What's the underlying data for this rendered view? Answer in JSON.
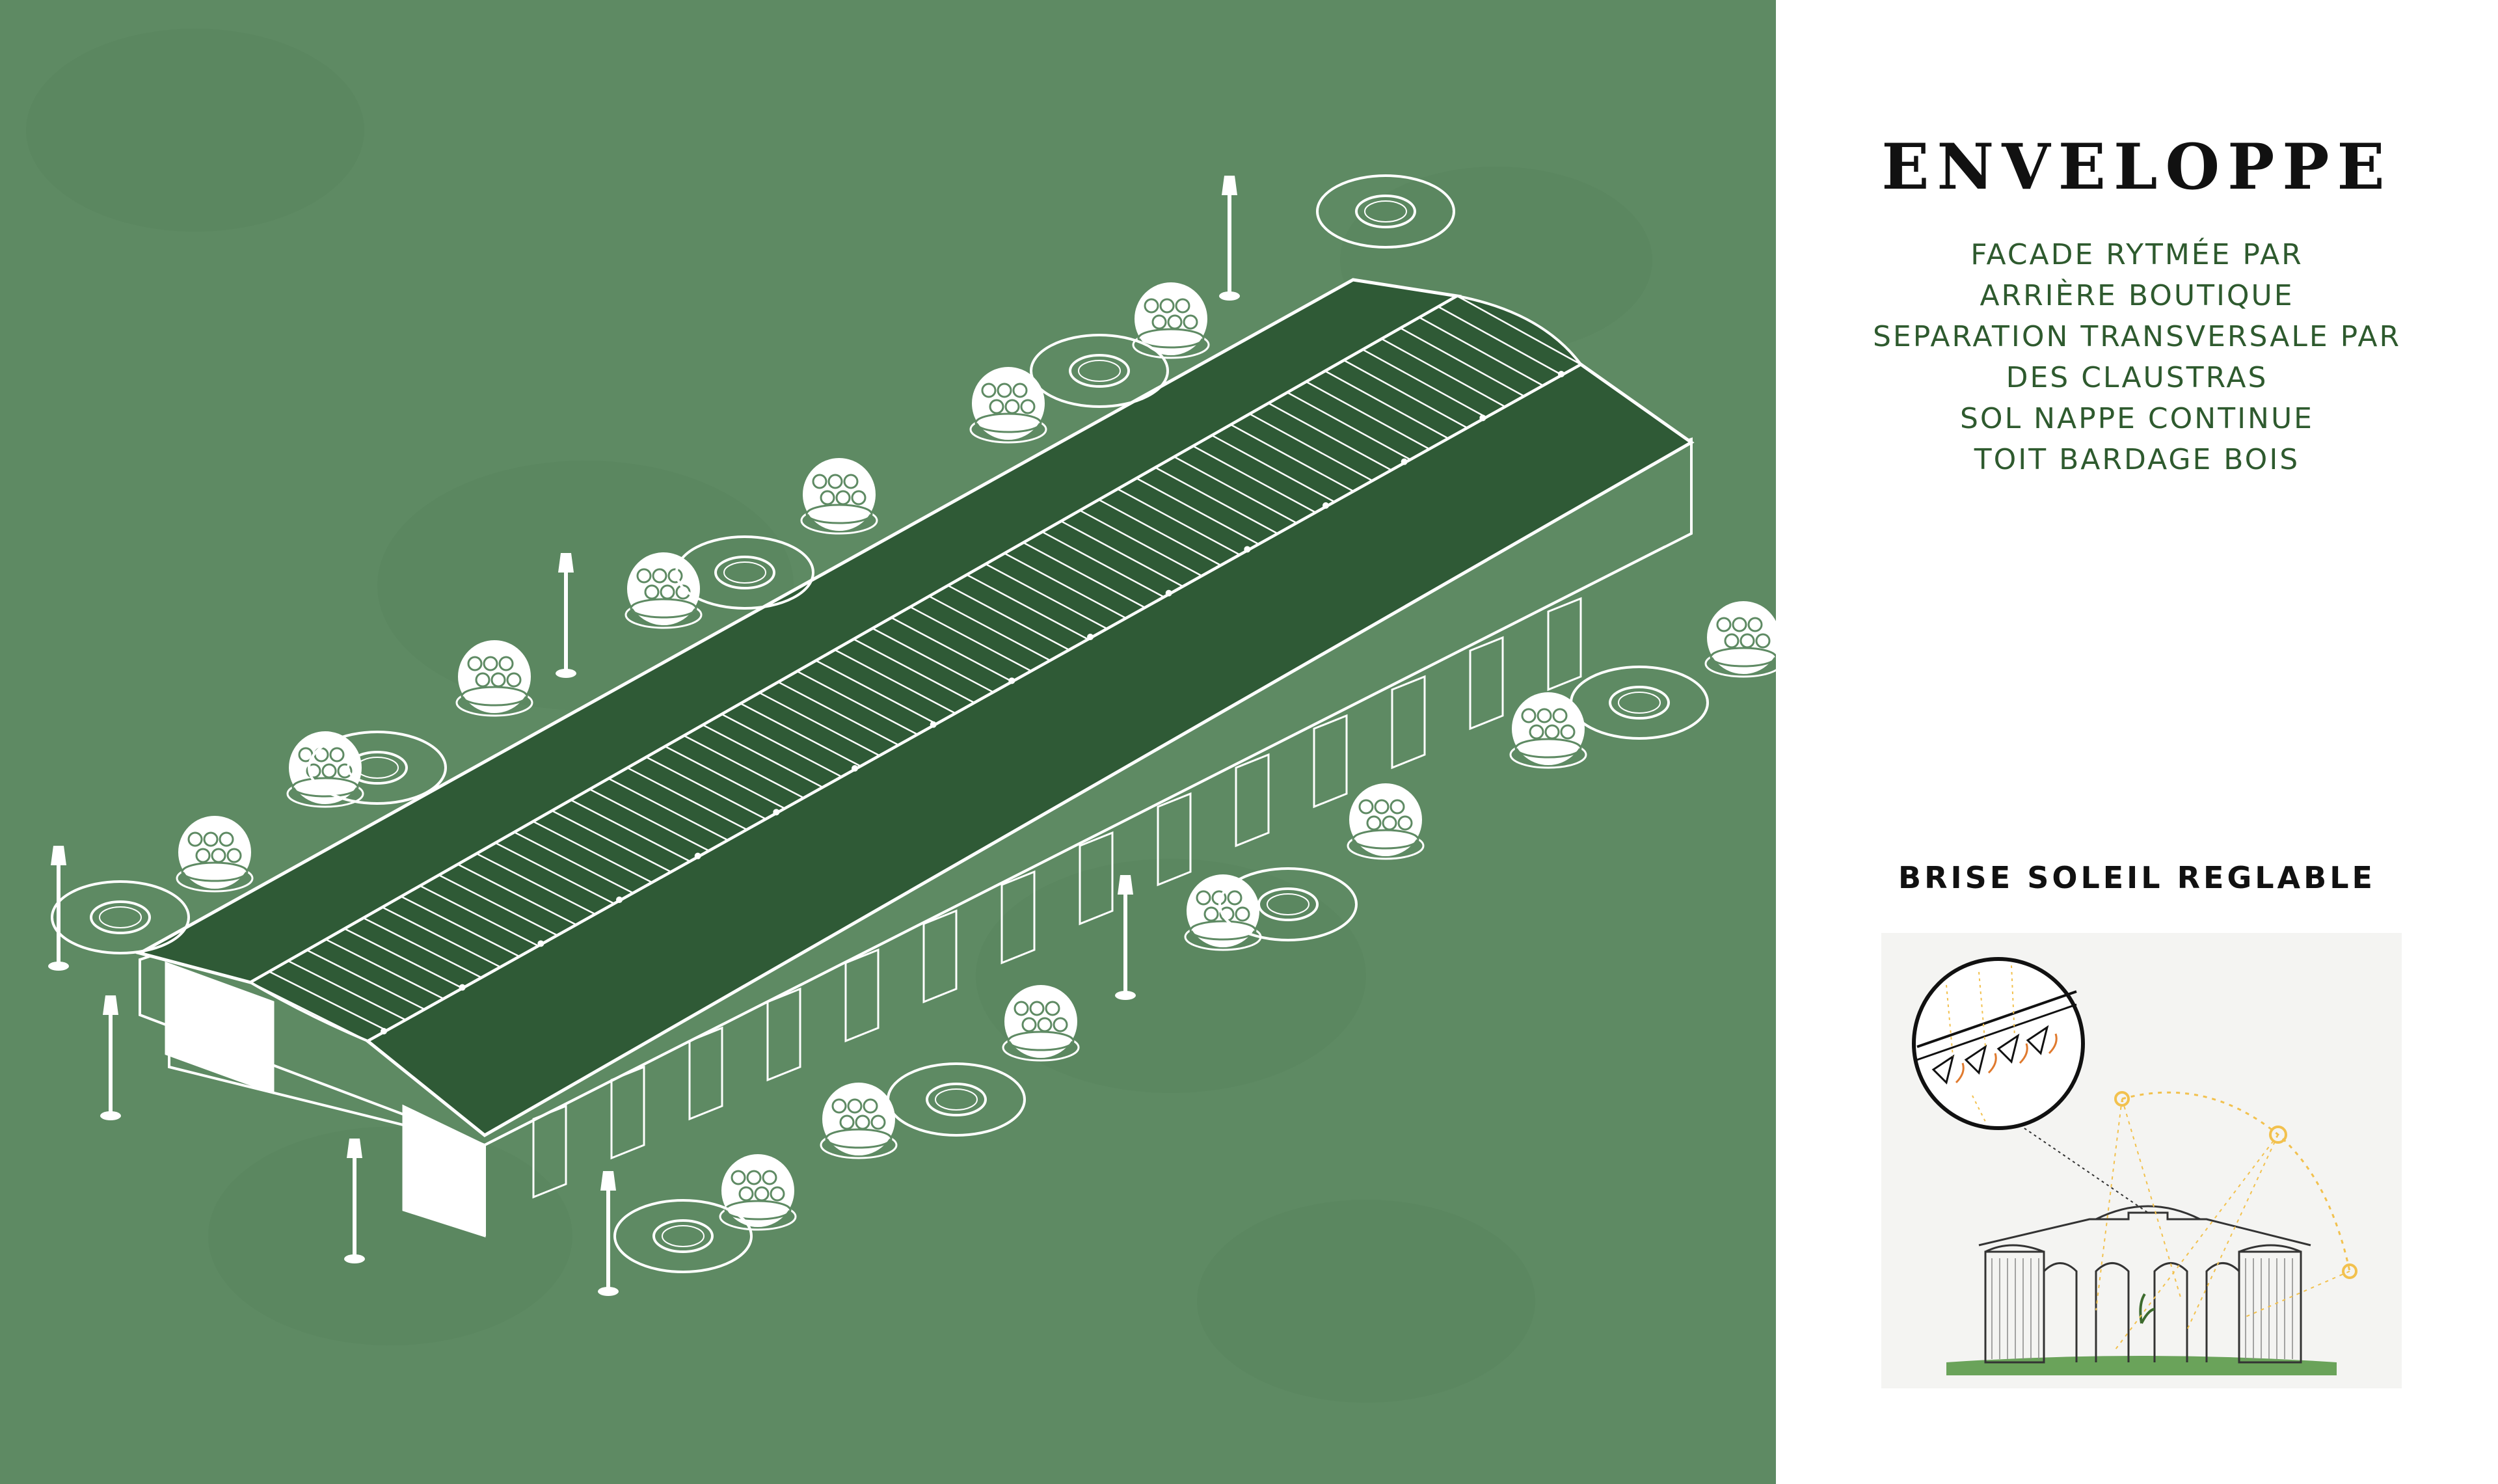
{
  "panel": {
    "background_color": "#5e8a63",
    "roof_color": "#2f5a36",
    "line_color": "#ffffff"
  },
  "info": {
    "title": "ENVELOPPE",
    "description_lines": [
      "FACADE RYTMÉE PAR",
      "ARRIÈRE BOUTIQUE",
      "SEPARATION TRANSVERSALE PAR",
      "DES CLAUSTRAS",
      "SOL NAPPE CONTINUE",
      "TOIT BARDAGE BOIS"
    ],
    "text_color": "#2e5a2e"
  },
  "detail": {
    "title": "BRISE SOLEIL REGLABLE",
    "sun_color": "#f2c14e",
    "arrow_color": "#e07a2e",
    "ground_color": "#6aa35a"
  }
}
